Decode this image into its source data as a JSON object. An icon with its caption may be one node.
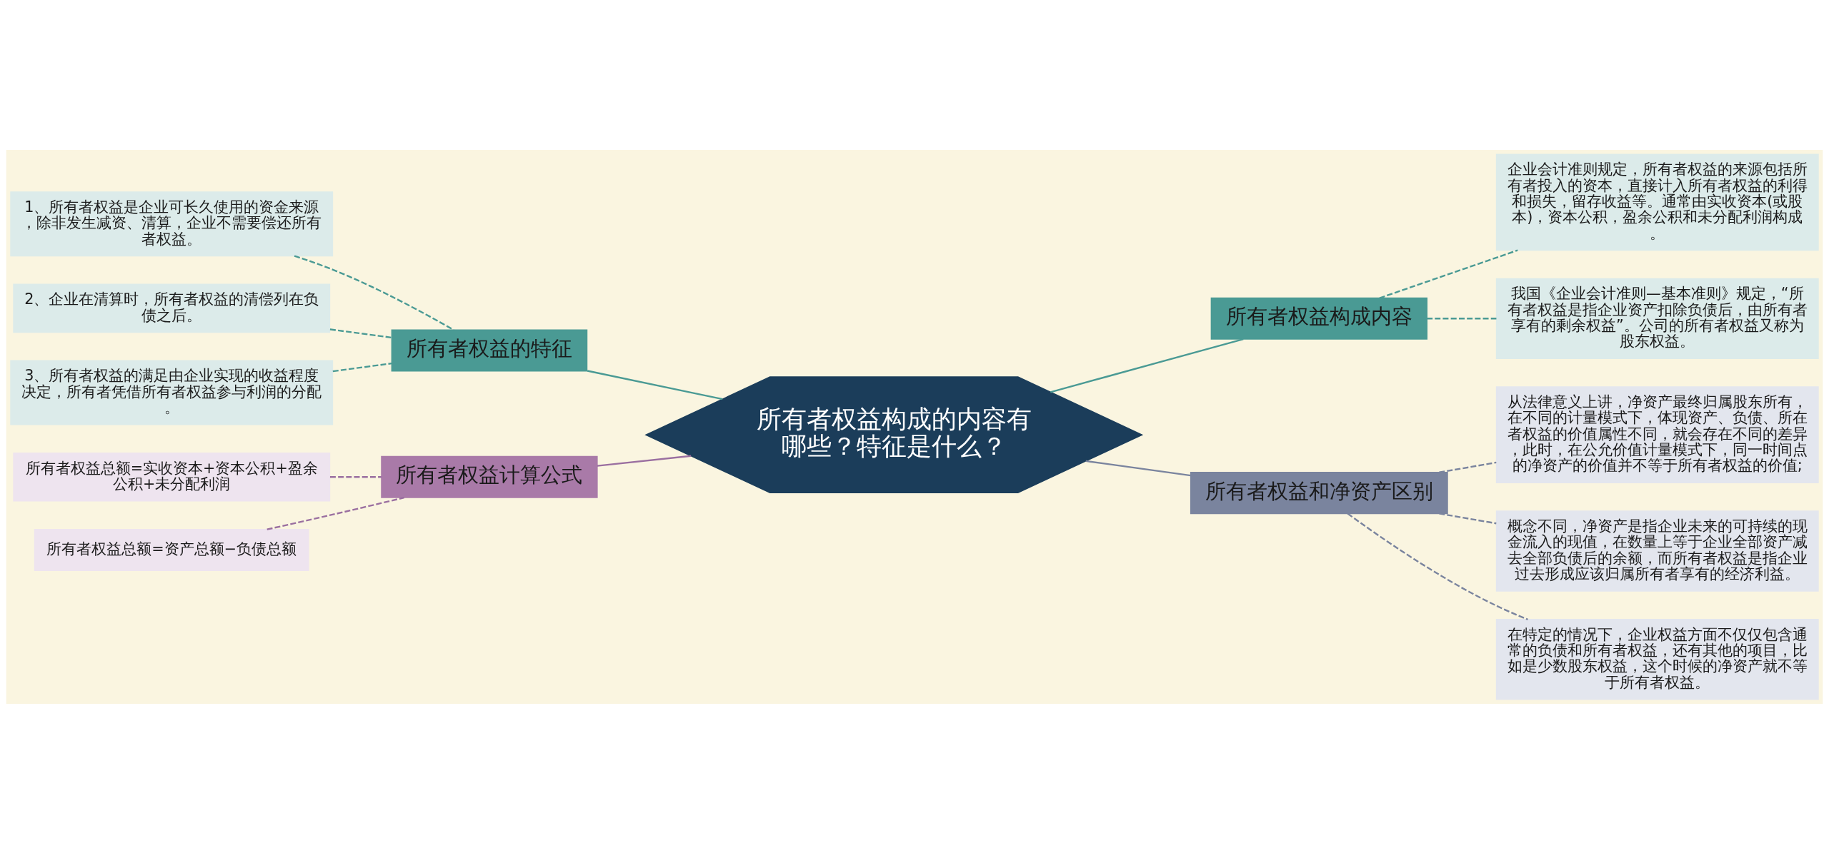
{
  "diagram": {
    "nodes": [
      {
        "text": [
          "所有者权益构成的内容有哪些？特征是什么？"
        ]
      },
      {
        "text": [
          "所有者权益的特征"
        ]
      },
      {
        "text": [
          "1、所有者权益是企业可长久使用的资金来源，除非发生减资、清算，企业不需要偿还所有者权益。"
        ]
      },
      {
        "text": [
          "2、企业在清算时，所有者权益的清偿列在负债之后。"
        ]
      },
      {
        "text": [
          "3、所有者权益的满足由企业实现的收益程度决定，所有者凭借所有者权益参与利润的分配。"
        ]
      },
      {
        "text": [
          "所有者权益计算公式"
        ]
      },
      {
        "text": [
          "所有者权益总额=实收资本+资本公积+盈余公积+未分配利润"
        ]
      },
      {
        "text": [
          "所有者权益总额=资产总额−负债总额"
        ]
      },
      {
        "text": [
          "所有者权益构成内容"
        ]
      },
      {
        "text": [
          "企业会计准则规定，所有者权益的来源包括所有者投入的资本，直接计入所有者权益的利得和损失，留存收益等。通常由实收资本(或股本)，资本公积，盈余公积和未分配利润构成。"
        ]
      },
      {
        "text": [
          "我国《企业会计准则—基本准则》规定，“所有者权益是指企业资产扣除负债后，由所有者享有的剩余权益”。公司的所有者权益又称为股东权益。"
        ]
      },
      {
        "text": [
          "所有者权益和净资产区别"
        ]
      },
      {
        "text": [
          "从法律意义上讲，净资产最终归属股东所有，在不同的计量模式下，体现资产、负债、所在者权益的价值属性不同，就会存在不同的差异，此时，在公允价值计量模式下，同一时间点的净资产的价值并不等于所有者权益的价值;"
        ]
      },
      {
        "text": [
          "概念不同，净资产是指企业未来的可持续的现金流入的现值，在数量上等于企业全部资产减去全部负债后的余额，而所有者权益是指企业过去形成应该归属所有者享有的经济利益。"
        ]
      },
      {
        "text": [
          "在特定的情况下，企业权益方面不仅仅包含通常的负债和所有者权益，还有其他的项目，比如是少数股东权益，这个时候的净资产就不等于所有者权益。"
        ]
      }
    ],
    "edges": [
      {
        "from": 0,
        "to": 1,
        "arrow": "none"
      },
      {
        "from": 1,
        "to": 2,
        "arrow": "none",
        "style": "dashed"
      },
      {
        "from": 1,
        "to": 3,
        "arrow": "none",
        "style": "dashed"
      },
      {
        "from": 1,
        "to": 4,
        "arrow": "none",
        "style": "dashed"
      },
      {
        "from": 0,
        "to": 5,
        "arrow": "none",
        "color": "#9a6fa0"
      },
      {
        "from": 5,
        "to": 6,
        "arrow": "none",
        "style": "dashed",
        "color": "#9a6fa0"
      },
      {
        "from": 5,
        "to": 7,
        "arrow": "none",
        "style": "dashed",
        "color": "#9a6fa0"
      },
      {
        "from": 0,
        "to": 8,
        "arrow": "none"
      },
      {
        "from": 8,
        "to": 9,
        "arrow": "none",
        "style": "dashed"
      },
      {
        "from": 8,
        "to": 10,
        "arrow": "none",
        "style": "dashed"
      },
      {
        "from": 0,
        "to": 11,
        "arrow": "none",
        "color": "#7a849e"
      },
      {
        "from": 11,
        "to": 12,
        "arrow": "none",
        "style": "dashed",
        "color": "#7a849e"
      },
      {
        "from": 11,
        "to": 13,
        "arrow": "none",
        "style": "dashed",
        "color": "#7a849e"
      },
      {
        "from": 11,
        "to": 14,
        "arrow": "none",
        "style": "dashed",
        "color": "#7a849e"
      }
    ]
  }
}
